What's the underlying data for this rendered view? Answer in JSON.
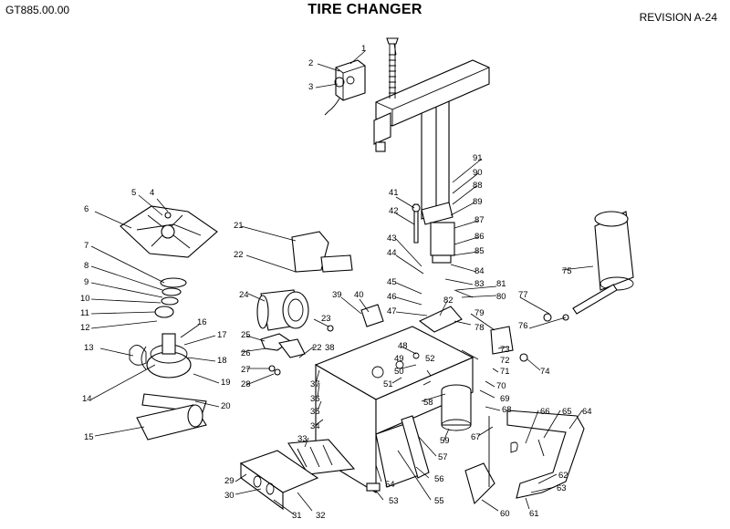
{
  "header": {
    "doc_code": "GT885.00.00",
    "title": "TIRE CHANGER",
    "revision": "REVISION A-24"
  },
  "callouts": [
    "1",
    "2",
    "3",
    "4",
    "5",
    "6",
    "7",
    "8",
    "9",
    "10",
    "11",
    "12",
    "13",
    "14",
    "15",
    "16",
    "17",
    "18",
    "19",
    "20",
    "21",
    "22",
    "23",
    "24",
    "25",
    "26",
    "27",
    "28",
    "29",
    "30",
    "31",
    "32",
    "33",
    "34",
    "35",
    "36",
    "37",
    "38",
    "39",
    "40",
    "41",
    "42",
    "43",
    "44",
    "45",
    "46",
    "47",
    "48",
    "49",
    "50",
    "51",
    "52",
    "53",
    "54",
    "55",
    "56",
    "57",
    "58",
    "59",
    "60",
    "61",
    "62",
    "63",
    "64",
    "65",
    "66",
    "67",
    "68",
    "69",
    "70",
    "71",
    "72",
    "73",
    "74",
    "75",
    "76",
    "77",
    "78",
    "79",
    "80",
    "81",
    "82",
    "83",
    "84",
    "85",
    "86",
    "87",
    "88",
    "89",
    "90",
    "91",
    "22"
  ]
}
